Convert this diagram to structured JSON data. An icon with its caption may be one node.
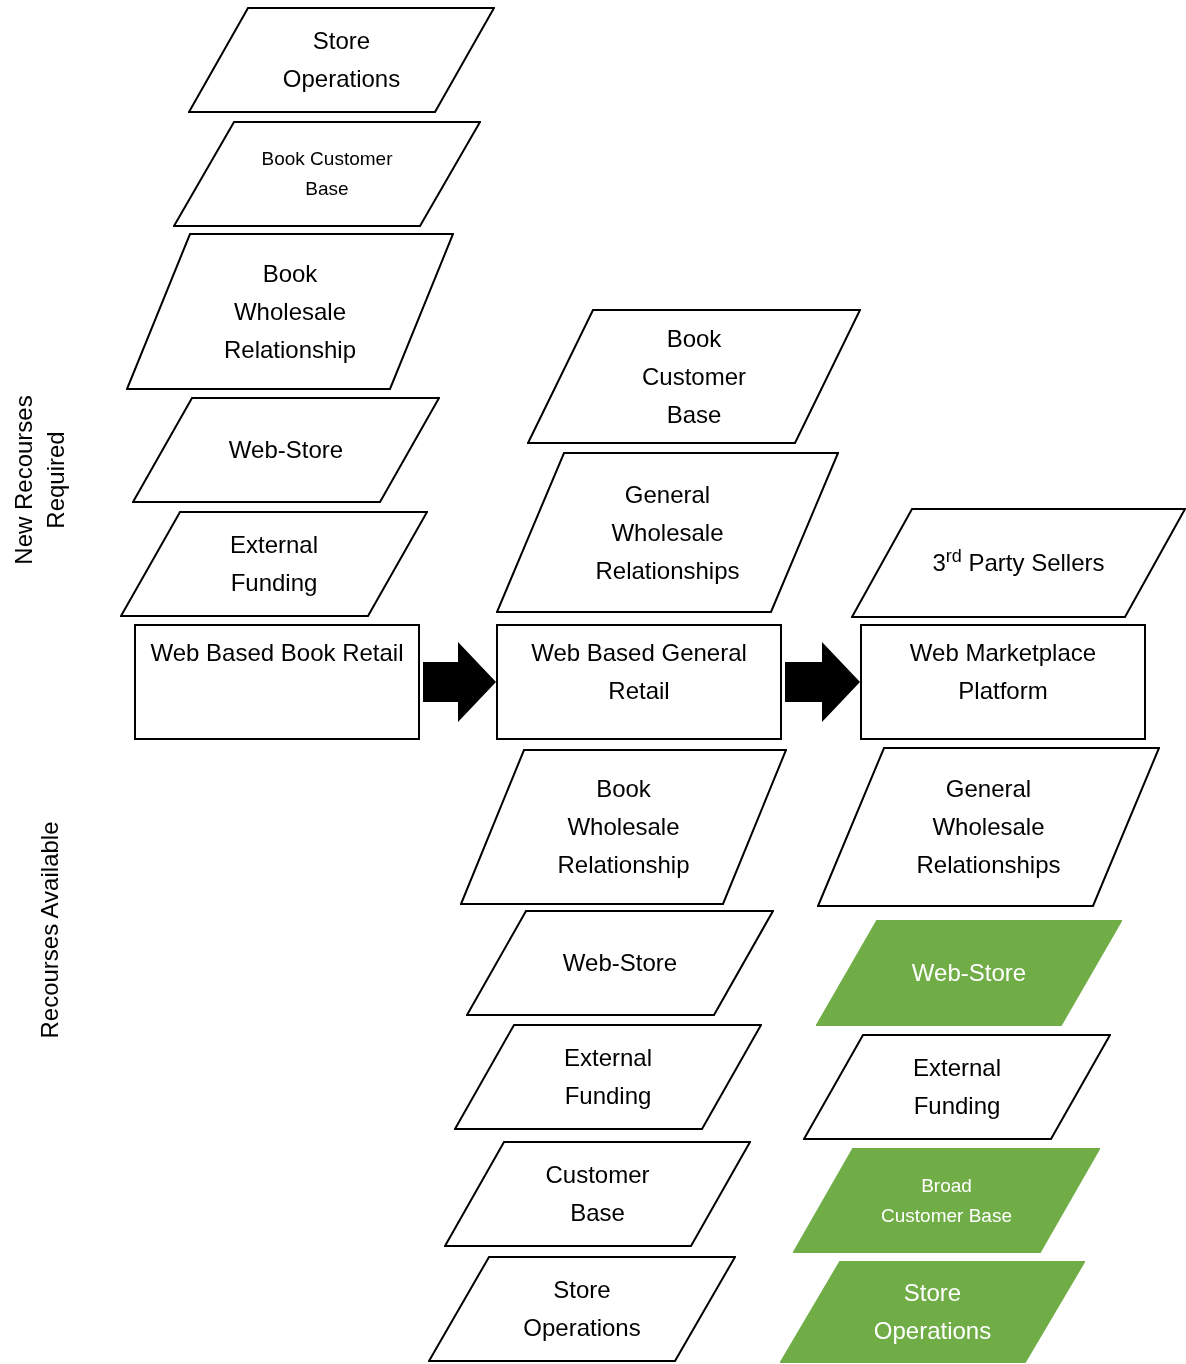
{
  "diagram": {
    "nodes": [
      {
        "text": [
          "Store Operations"
        ]
      },
      {
        "text": [
          "Book Customer Base"
        ]
      },
      {
        "text": [
          "Book Wholesale Relationship"
        ]
      },
      {
        "text": [
          "Web-Store"
        ]
      },
      {
        "text": [
          "External Funding"
        ]
      },
      {
        "text": [
          "Web Based Book Retail"
        ]
      },
      {
        "text": [
          "Book Customer Base"
        ]
      },
      {
        "text": [
          "General Wholesale Relationships"
        ]
      },
      {
        "text": [
          "Web Based General Retail"
        ]
      },
      {
        "text": [
          "Book Wholesale Relationship"
        ]
      },
      {
        "text": [
          "Web-Store"
        ]
      },
      {
        "text": [
          "External Funding"
        ]
      },
      {
        "text": [
          "Customer Base"
        ]
      },
      {
        "text": [
          "Store Operations"
        ]
      },
      {
        "text": [
          "3$^{rd}$ Party Sellers"
        ]
      },
      {
        "text": [
          "Web Marketplace Platform"
        ]
      },
      {
        "text": [
          "General Wholesale Relationships"
        ]
      },
      {
        "text": [
          "Web-Store"
        ]
      },
      {
        "text": [
          "External Funding"
        ]
      },
      {
        "text": [
          "Broad Customer Base"
        ]
      },
      {
        "text": [
          "Store Operations"
        ]
      }
    ],
    "edges": [
      {
        "from": 5,
        "to": 8,
        "arrow": "to",
        "style": "thick"
      },
      {
        "from": 8,
        "to": 15,
        "arrow": "to",
        "style": "thick"
      }
    ],
    "labels": [
      "New Recourses Required",
      "Recourses Available"
    ]
  }
}
